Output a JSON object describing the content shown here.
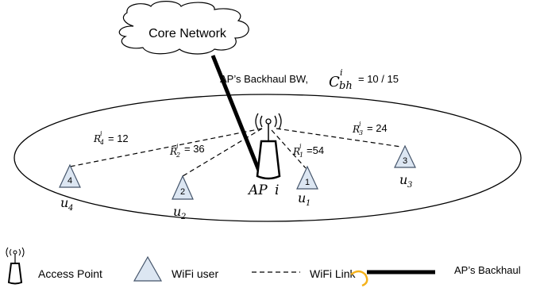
{
  "core_network": {
    "label": "Core Network"
  },
  "backhaul": {
    "prefix": "AP’s Backhaul BW,",
    "symbol_main": "C",
    "symbol_sup": "i",
    "symbol_sub": "bh",
    "value": "= 10 / 15"
  },
  "access_point": {
    "label_main": "AP",
    "label_index": "i"
  },
  "links": [
    {
      "id": "r4",
      "sym": "R",
      "sub": "4",
      "sup": "i",
      "value": "= 12"
    },
    {
      "id": "r2",
      "sym": "R",
      "sub": "2",
      "sup": "i",
      "value": "= 36"
    },
    {
      "id": "r1",
      "sym": "R",
      "sub": "1",
      "sup": "i",
      "value": "=54"
    },
    {
      "id": "r3",
      "sym": "R",
      "sub": "3",
      "sup": "i",
      "value": "= 24"
    }
  ],
  "users": [
    {
      "number": "4",
      "label": "u",
      "sub": "4"
    },
    {
      "number": "2",
      "label": "u",
      "sub": "2"
    },
    {
      "number": "1",
      "label": "u",
      "sub": "1"
    },
    {
      "number": "3",
      "label": "u",
      "sub": "3"
    }
  ],
  "legend": {
    "access_point": "Access Point",
    "wifi_user": "WiFi user",
    "wifi_link": "WiFi Link",
    "backhaul": "AP’s Backhaul"
  },
  "colors": {
    "stroke": "#000000",
    "user_fill": "#dce6f2",
    "user_stroke": "#44546a",
    "ap_fill": "#ffffff",
    "watermark": "#f5b21b"
  }
}
